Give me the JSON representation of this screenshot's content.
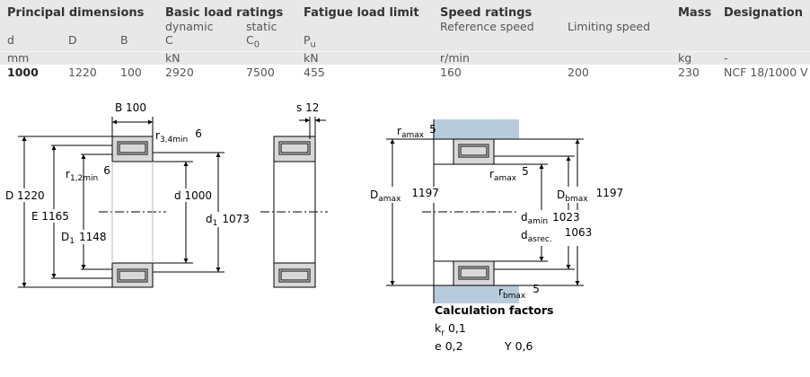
{
  "table": {
    "headers": {
      "principal": "Principal dimensions",
      "basic": "Basic load ratings",
      "fatigue": "Fatigue load limit",
      "speed": "Speed ratings",
      "mass": "Mass",
      "designation": "Designation"
    },
    "subheaders": {
      "dynamic": "dynamic",
      "static": "static",
      "reference_speed": "Reference speed",
      "limiting_speed": "Limiting speed"
    },
    "symbols": {
      "d": "d",
      "D": "D",
      "B": "B",
      "C": "C",
      "C0_main": "C",
      "C0_sub": "0",
      "Pu_main": "P",
      "Pu_sub": "u"
    },
    "units": {
      "mm": "mm",
      "kN1": "kN",
      "kN2": "kN",
      "rpm": "r/min",
      "kg": "kg",
      "dash": "-"
    },
    "row": {
      "d": "1000",
      "D": "1220",
      "B": "100",
      "C": "2920",
      "C0": "7500",
      "Pu": "455",
      "ref_speed": "160",
      "lim_speed": "200",
      "mass": "230",
      "designation": "NCF 18/1000 V"
    }
  },
  "drawing": {
    "B": "B 100",
    "s": "s 12",
    "r34": {
      "main": "r",
      "sub": "3,4min",
      "val": "6"
    },
    "r12": {
      "main": "r",
      "sub": "1,2min",
      "val": "6"
    },
    "D": "D 1220",
    "E": "E 1165",
    "D1": {
      "main": "D",
      "sub": "1",
      "val": "1148"
    },
    "d": "d  1000",
    "d1": {
      "main": "d",
      "sub": "1",
      "val": "1073"
    }
  },
  "abutment": {
    "ra_top": {
      "main": "r",
      "sub": "amax",
      "val": "5"
    },
    "ra_mid": {
      "main": "r",
      "sub": "amax",
      "val": "5"
    },
    "rb": {
      "main": "r",
      "sub": "bmax",
      "val": "5"
    },
    "Da": {
      "main": "D",
      "sub": "amax",
      "val": "1197"
    },
    "Db": {
      "main": "D",
      "sub": "bmax",
      "val": "1197"
    },
    "da": {
      "main": "d",
      "sub": "amin",
      "val": "1023"
    },
    "das": {
      "main": "d",
      "sub": "asrec.",
      "val": "1063"
    }
  },
  "calc": {
    "title": "Calculation factors",
    "kr_label": "k",
    "kr_sub": "r",
    "kr_val": "0,1",
    "e_label": "e",
    "e_val": "0,2",
    "Y_label": "Y",
    "Y_val": "0,6"
  },
  "colors": {
    "header_bg": "#e8e8e8",
    "bearing_fill": "#d8d8d8",
    "abutment_fill": "#b8cbdc"
  }
}
